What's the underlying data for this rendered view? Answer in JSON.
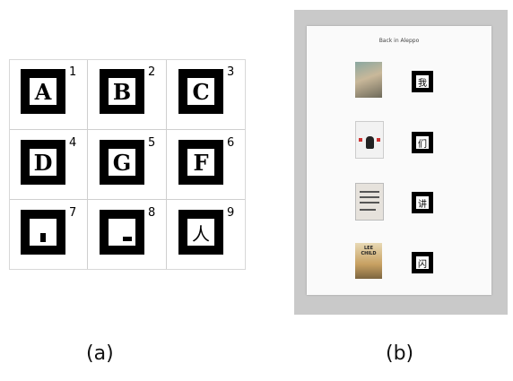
{
  "panel_a": {
    "caption": "(a)",
    "cells": [
      {
        "label": "A",
        "number": "1"
      },
      {
        "label": "B",
        "number": "2"
      },
      {
        "label": "C",
        "number": "3"
      },
      {
        "label": "D",
        "number": "4"
      },
      {
        "label": "G",
        "number": "5"
      },
      {
        "label": "F",
        "number": "6"
      },
      {
        "label": "",
        "number": "7"
      },
      {
        "label": "",
        "number": "8"
      },
      {
        "label": "人",
        "number": "9"
      }
    ]
  },
  "panel_b": {
    "caption": "(b)",
    "paper_title": "Back in Aleppo",
    "markers": [
      "我",
      "们",
      "讲",
      "闪"
    ],
    "book_texts": [
      "",
      "",
      "",
      "LEE CHILD"
    ]
  }
}
